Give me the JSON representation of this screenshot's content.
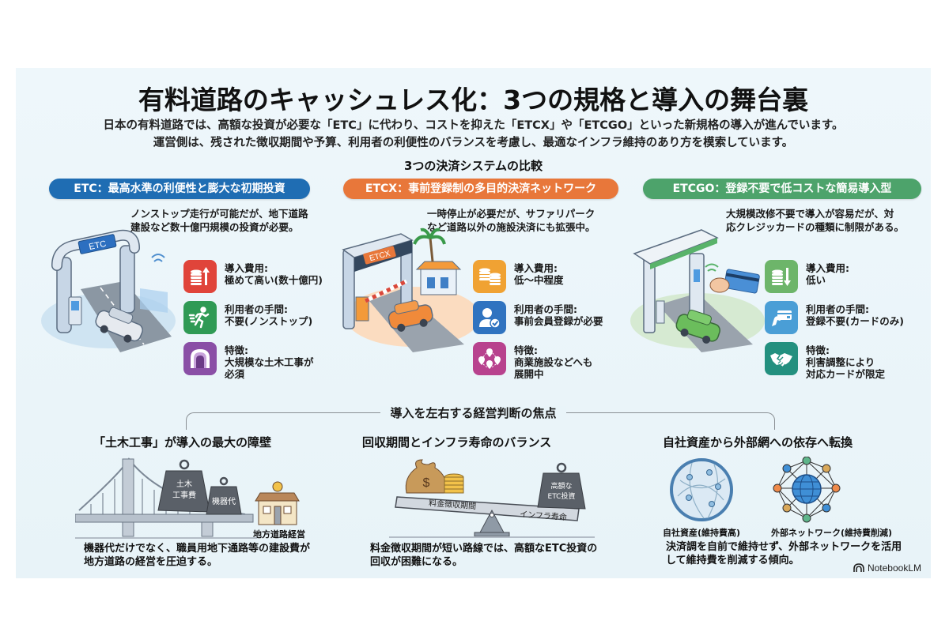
{
  "header": {
    "title": "有料道路のキャッシュレス化：3つの規格と導入の舞台裏",
    "subtitle_line1": "日本の有料道路では、高額な投資が必要な「ETC」に代わり、コストを抑えた「ETCX」や「ETCGO」といった新規格の導入が進んでいます。",
    "subtitle_line2": "運営側は、残された徴収期間や予算、利用者の利便性のバランスを考慮し、最適なインフラ維持のあり方を模索しています。"
  },
  "comparison": {
    "heading": "3つの決済システムの比較",
    "systems": [
      {
        "name": "ETC",
        "pill_label": "ETC：最高水準の利便性と膨大な初期投資",
        "color": "#1f6db3",
        "description": "ノンストップ走行が可能だが、地下道路\n建設など数十億円規模の投資が必要。",
        "gate_sign": "ETC",
        "features": [
          {
            "icon": "coins-arrow-up-icon",
            "color": "#e0443a",
            "text": "導入費用:\n極めて高い(数十億円)"
          },
          {
            "icon": "running-person-icon",
            "color": "#2f9a55",
            "text": "利用者の手間:\n不要(ノンストップ)"
          },
          {
            "icon": "tunnel-icon",
            "color": "#8a4fa6",
            "text": "特徴:\n大規模な土木工事が\n必須"
          }
        ]
      },
      {
        "name": "ETCX",
        "pill_label": "ETCX：事前登録制の多目的決済ネットワーク",
        "color": "#e8773a",
        "description": "一時停止が必要だが、サファリパーク\nなど道路以外の施設決済にも拡張中。",
        "gate_sign": "ETCX",
        "features": [
          {
            "icon": "coins-stack-icon",
            "color": "#f0a233",
            "text": "導入費用:\n低～中程度"
          },
          {
            "icon": "user-check-icon",
            "color": "#2f73c0",
            "text": "利用者の手間:\n事前会員登録が必要"
          },
          {
            "icon": "location-network-icon",
            "color": "#b8428e",
            "text": "特徴:\n商業施設などへも\n展開中"
          }
        ]
      },
      {
        "name": "ETCGO",
        "pill_label": "ETCGO：登録不要で低コストな簡易導入型",
        "color": "#4da36b",
        "description": "大規模改修不要で導入が容易だが、対\n応クレジッカードの種類に制限がある。",
        "features": [
          {
            "icon": "coins-arrow-down-icon",
            "color": "#6db56a",
            "text": "導入費用:\n低い"
          },
          {
            "icon": "card-hand-icon",
            "color": "#4a9ed6",
            "text": "利用者の手間:\n登録不要(カードのみ)"
          },
          {
            "icon": "handshake-icon",
            "color": "#23907f",
            "text": "特徴:\n利害調整により\n対応カードが限定"
          }
        ]
      }
    ]
  },
  "focus": {
    "heading": "導入を左右する経営判断の焦点",
    "items": [
      {
        "title": "「土木工事」が導入の最大の障壁",
        "weight1": "土木\n工事費",
        "weight2": "機器代",
        "building_label": "地方道路経営",
        "description": "機器代だけでなく、職員用地下通路等の建設費が\n地方道路の経営を圧迫する。"
      },
      {
        "title": "回収期間とインフラ寿命のバランス",
        "beam_left": "料金徴収期間",
        "beam_right": "インフラ寿命",
        "weight": "高額な\nETC投資",
        "description": "料金徴収期間が短い路線では、高額なETC投資の\n回収が困難になる。"
      },
      {
        "title": "自社資産から外部網への依存へ転換",
        "label_left": "自社資産(維持費高)",
        "label_right": "外部ネットワーク(維持費削減)",
        "description": "決済調を自前で維持せず、外部ネットワークを活用\nして維持費を削減する傾向。"
      }
    ]
  },
  "brand": {
    "label": "NotebookLM"
  }
}
